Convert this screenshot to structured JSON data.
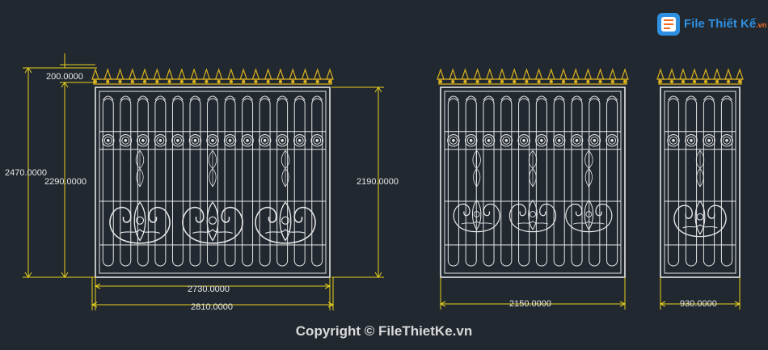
{
  "logo": {
    "brand": "File Thiết Kế",
    "suffix": ".vn"
  },
  "footer": {
    "copyright": "Copyright © FileThietKe.vn"
  },
  "dimensions": {
    "gate1_spike": "200.0000",
    "gate1_total_height": "2470.0000",
    "gate1_frame_height": "2290.0000",
    "gate1_right_height": "2190.0000",
    "gate1_inner_width": "2730.0000",
    "gate1_outer_width": "2810.0000",
    "gate2_width": "2150.0000",
    "gate3_width": "930.0000"
  },
  "colors": {
    "background": "#212830",
    "drawing": "#e6e6e6",
    "dimension": "#e8d21d",
    "spikes": "#d8b020"
  },
  "icons": [
    "logo-icon"
  ]
}
